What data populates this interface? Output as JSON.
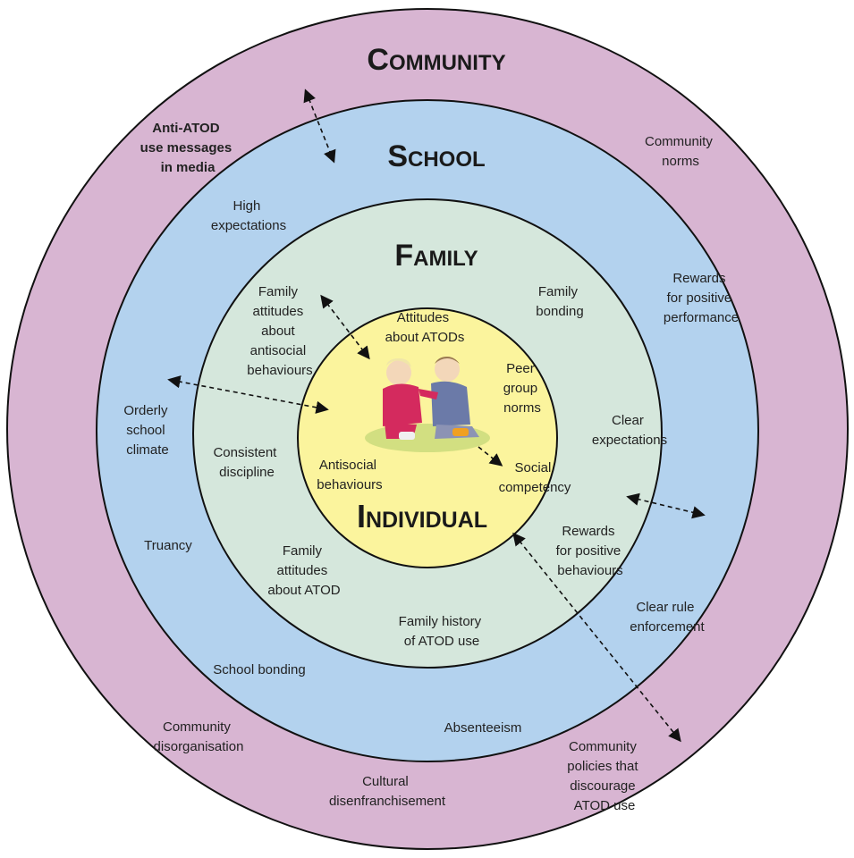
{
  "colors": {
    "community": "#d8b5d2",
    "school": "#b3d2ee",
    "family": "#d5e7dc",
    "individual": "#fbf49d",
    "stroke": "#111111"
  },
  "rings": {
    "community": "Community",
    "school": "School",
    "family": "Family",
    "individual": "Individual"
  },
  "community_labels": {
    "anti_atod": [
      "Anti-ATOD",
      "use messages",
      "in media"
    ],
    "norms": [
      "Community",
      "norms"
    ],
    "disorganisation": [
      "Community",
      "disorganisation"
    ],
    "cultural": [
      "Cultural",
      "disenfranchisement"
    ],
    "policies": [
      "Community",
      "policies that",
      "discourage",
      "ATOD use"
    ]
  },
  "school_labels": {
    "high_expectations": [
      "High",
      "expectations"
    ],
    "rewards_performance": [
      "Rewards",
      "for positive",
      "performance"
    ],
    "orderly_climate": [
      "Orderly",
      "school",
      "climate"
    ],
    "truancy": [
      "Truancy"
    ],
    "clear_rule": [
      "Clear rule",
      "enforcement"
    ],
    "school_bonding": [
      "School bonding"
    ],
    "absenteeism": [
      "Absenteeism"
    ]
  },
  "family_labels": {
    "attitudes_antisocial": [
      "Family",
      "attitudes",
      "about",
      "antisocial",
      "behaviours"
    ],
    "bonding": [
      "Family",
      "bonding"
    ],
    "clear_expectations": [
      "Clear",
      "expectations"
    ],
    "consistent_discipline": [
      "Consistent",
      "discipline"
    ],
    "rewards_behaviours": [
      "Rewards",
      "for positive",
      "behaviours"
    ],
    "attitudes_atod": [
      "Family",
      "attitudes",
      "about ATOD"
    ],
    "history": [
      "Family history",
      "of ATOD use"
    ]
  },
  "individual_labels": {
    "attitudes_atods": [
      "Attitudes",
      "about ATODs"
    ],
    "peer_norms": [
      "Peer",
      "group",
      "norms"
    ],
    "antisocial": [
      "Antisocial",
      "behaviours"
    ],
    "social_competency": [
      "Social",
      "competency"
    ]
  },
  "illustration": "children-sitting"
}
